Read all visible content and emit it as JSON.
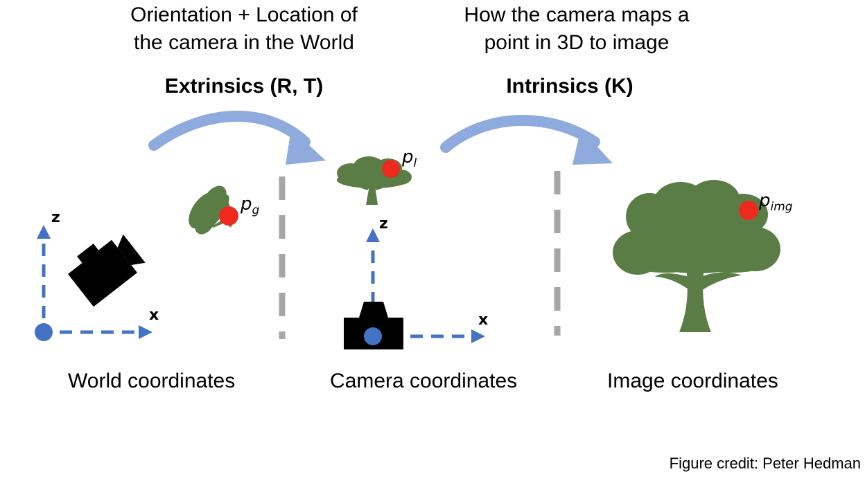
{
  "extrinsics": {
    "description_line1": "Orientation + Location of",
    "description_line2": "the camera in the World",
    "title": "Extrinsics (R, T)"
  },
  "intrinsics": {
    "description_line1": "How the camera maps a",
    "description_line2": "point in 3D to image",
    "title": "Intrinsics (K)"
  },
  "panels": {
    "world": {
      "caption": "World coordinates",
      "axis_z": "z",
      "axis_x": "x",
      "point_base": "p",
      "point_sub": "g"
    },
    "camera": {
      "caption": "Camera coordinates",
      "axis_z": "z",
      "axis_x": "x",
      "point_base": "p",
      "point_sub": "l"
    },
    "image": {
      "caption": "Image coordinates",
      "point_base": "p",
      "point_sub": "img"
    }
  },
  "credit": "Figure credit: Peter Hedman",
  "colors": {
    "axis_blue": "#4472c4",
    "arrow_light_blue": "#8faadc",
    "tree_green": "#5a7d45",
    "point_red": "#ee2a1e",
    "divider_gray": "#a6a6a6",
    "camera_black": "#000000"
  },
  "icons": [
    "world-axes-icon",
    "rotated-camera-icon",
    "tilted-tree-icon",
    "small-tree-icon",
    "camera-icon",
    "camera-axes-icon",
    "large-tree-icon",
    "curved-arrow-icon"
  ]
}
